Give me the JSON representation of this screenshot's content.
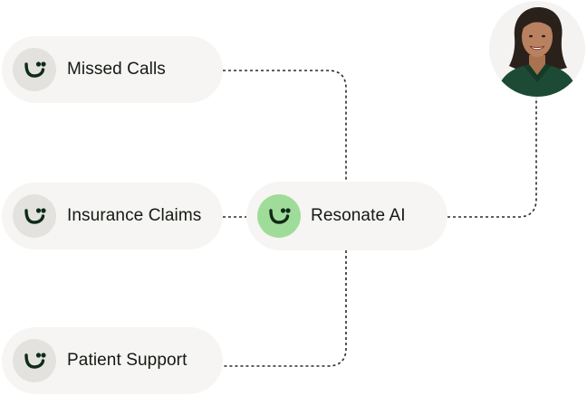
{
  "nodes": {
    "missed_calls": {
      "label": "Missed Calls",
      "icon": "smiley-icon"
    },
    "insurance_claims": {
      "label": "Insurance Claims",
      "icon": "smiley-icon"
    },
    "patient_support": {
      "label": "Patient Support",
      "icon": "smiley-icon"
    },
    "resonate_ai": {
      "label": "Resonate AI",
      "icon": "smiley-icon"
    }
  },
  "avatar": {
    "icon": "person-avatar"
  },
  "colors": {
    "node_background": "#f6f5f3",
    "icon_background": "#e3e2de",
    "accent_icon_background": "#9fdc9a",
    "icon_foreground": "#0f2b17",
    "connector": "#2a2a2a",
    "avatar_shirt": "#1d4a34"
  }
}
